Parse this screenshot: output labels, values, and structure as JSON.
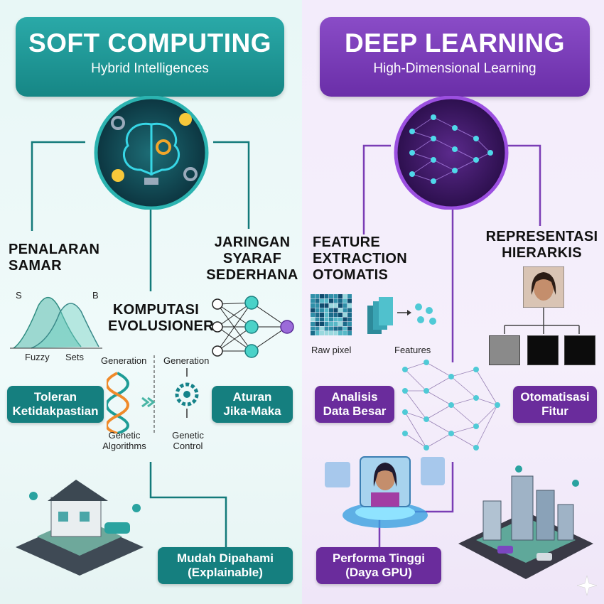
{
  "soft": {
    "title": "SOFT COMPUTING",
    "subtitle": "Hybrid Intelligences",
    "fuzzy": {
      "line1": "PENALARAN",
      "line2": "SAMAR",
      "s": "S",
      "b": "B",
      "fuzzy": "Fuzzy",
      "sets": "Sets"
    },
    "neural": {
      "line1": "JARINGAN",
      "line2": "SYARAF",
      "line3": "SEDERHANA"
    },
    "evo": {
      "line1": "KOMPUTASI",
      "line2": "EVOLUSIONER",
      "gen_left": "Generation",
      "gen_right": "Generation",
      "ga1": "Genetic",
      "ga2": "Algorithms",
      "gc1": "Genetic",
      "gc2": "Control"
    },
    "tag_tol": {
      "line1": "Toleran",
      "line2": "Ketidakpastian"
    },
    "tag_rule": {
      "line1": "Aturan",
      "line2": "Jika-Maka"
    },
    "tag_explain": {
      "line1": "Mudah Dipahami",
      "line2": "(Explainable)"
    }
  },
  "deep": {
    "title": "DEEP LEARNING",
    "subtitle": "High-Dimensional Learning",
    "feature": {
      "line1": "FEATURE",
      "line2": "EXTRACTION",
      "line3": "OTOMATIS",
      "raw": "Raw pixel",
      "features": "Features"
    },
    "hier": {
      "line1": "REPRESENTASI",
      "line2": "HIERARKIS"
    },
    "tag_big": {
      "line1": "Analisis",
      "line2": "Data Besar"
    },
    "tag_auto": {
      "line1": "Otomatisasi",
      "line2": "Fitur"
    },
    "tag_perf": {
      "line1": "Performa Tinggi",
      "line2": "(Daya GPU)"
    }
  },
  "colors": {
    "teal": "#157f7f",
    "purple": "#6a2c9c",
    "teal_light": "#2aa9a8",
    "purple_light": "#8a4cc7"
  }
}
